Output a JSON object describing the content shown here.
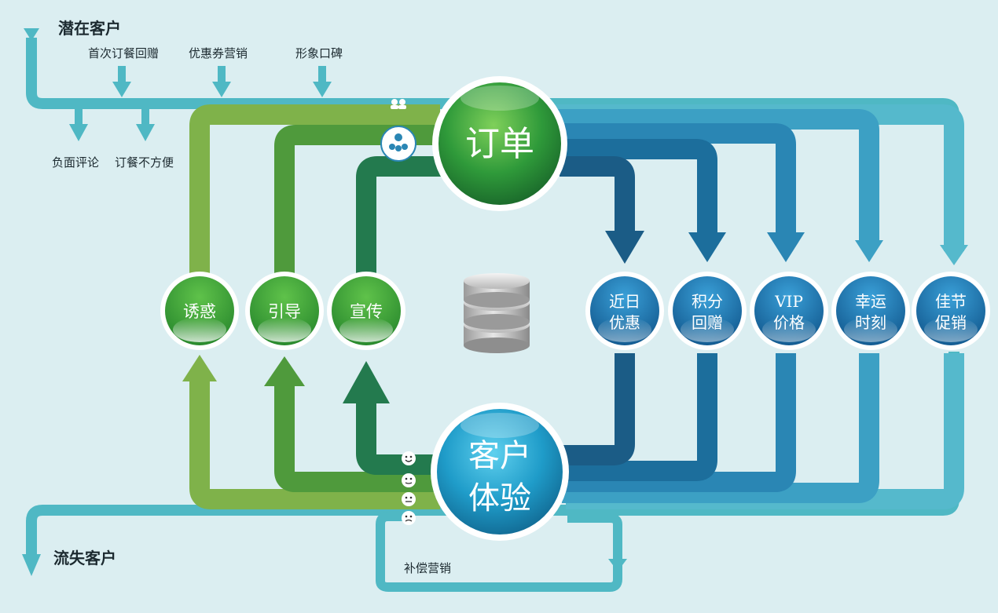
{
  "labels": {
    "potential_customers": "潜在客户",
    "first_order_gift": "首次订餐回赠",
    "coupon_marketing": "优惠券营销",
    "image_reputation": "形象口碑",
    "negative_reviews": "负面评论",
    "inconvenient_ordering": "订餐不方便",
    "lost_customers": "流失客户",
    "compensation_marketing": "补偿营销"
  },
  "hubs": {
    "order": "订单",
    "experience_line1": "客户",
    "experience_line2": "体验"
  },
  "green_nodes": [
    {
      "label": "诱惑"
    },
    {
      "label": "引导"
    },
    {
      "label": "宣传"
    }
  ],
  "blue_nodes": [
    {
      "line1": "近日",
      "line2": "优惠"
    },
    {
      "line1": "积分",
      "line2": "回赠"
    },
    {
      "line1": "VIP",
      "line2": "价格"
    },
    {
      "line1": "幸运",
      "line2": "时刻"
    },
    {
      "line1": "佳节",
      "line2": "促销"
    }
  ],
  "colors": {
    "background": "#dbeef1",
    "teal_path": "#4fb8c4",
    "green_light": "#7fb24a",
    "green_mid": "#4f9a3c",
    "green_dark": "#237a4e",
    "blue_1": "#1b5c86",
    "blue_2": "#1c6e9c",
    "blue_3": "#2a86b4",
    "blue_4": "#3ca0c4",
    "blue_5": "#55b9cc"
  }
}
